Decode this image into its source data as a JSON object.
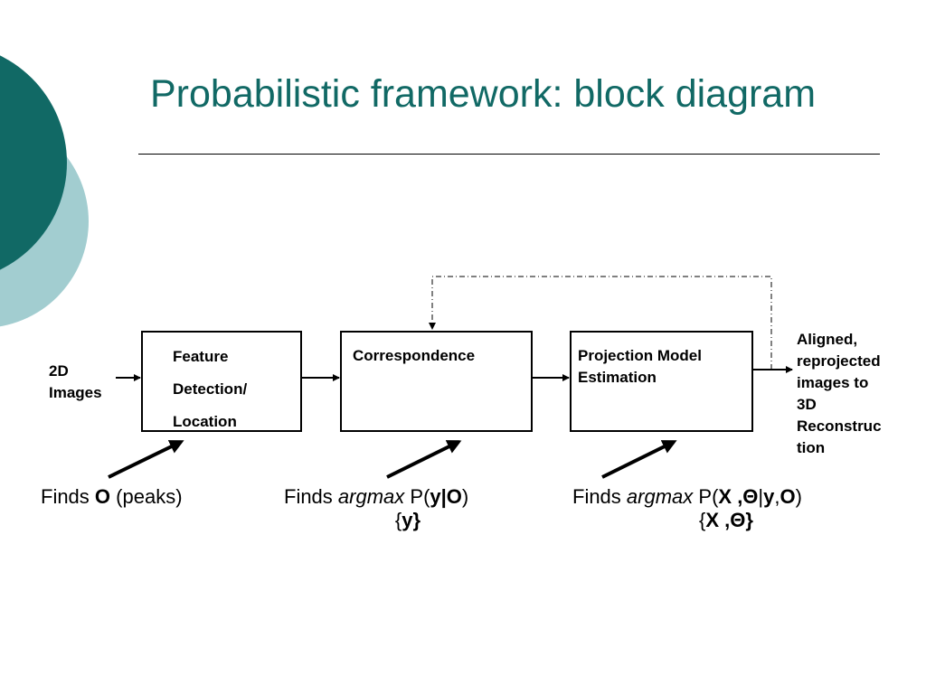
{
  "slide": {
    "title": "Probabilistic framework: block diagram",
    "colors": {
      "accent_dark": "#116965",
      "accent_light": "#a2cdd0"
    }
  },
  "input": {
    "line1": "2D",
    "line2": "Images"
  },
  "blocks": [
    {
      "lines": [
        "Feature",
        "Detection/",
        "Location"
      ]
    },
    {
      "lines": [
        "Correspondence"
      ]
    },
    {
      "lines": [
        "Projection Model",
        "Estimation"
      ]
    }
  ],
  "output": {
    "lines": [
      "Aligned,",
      "reprojected",
      "images to",
      "3D",
      "Reconstruc",
      "tion"
    ]
  },
  "captions": {
    "first": {
      "finds": "Finds",
      "var": "O",
      "rest": "(peaks)"
    },
    "second": {
      "finds": "Finds",
      "argmax": "argmax",
      "p_open": "P(",
      "var1": "y|O",
      "p_close": ")",
      "brace_open": "{",
      "target": "y}"
    },
    "third": {
      "finds": "Finds",
      "argmax": "argmax",
      "p_open": "P(",
      "var1": "X ,Θ",
      "sep": "|",
      "var2": "y",
      "comma": ",",
      "var3": "O",
      "p_close": ")",
      "brace_open": "{",
      "target": "X ,Θ}"
    }
  }
}
